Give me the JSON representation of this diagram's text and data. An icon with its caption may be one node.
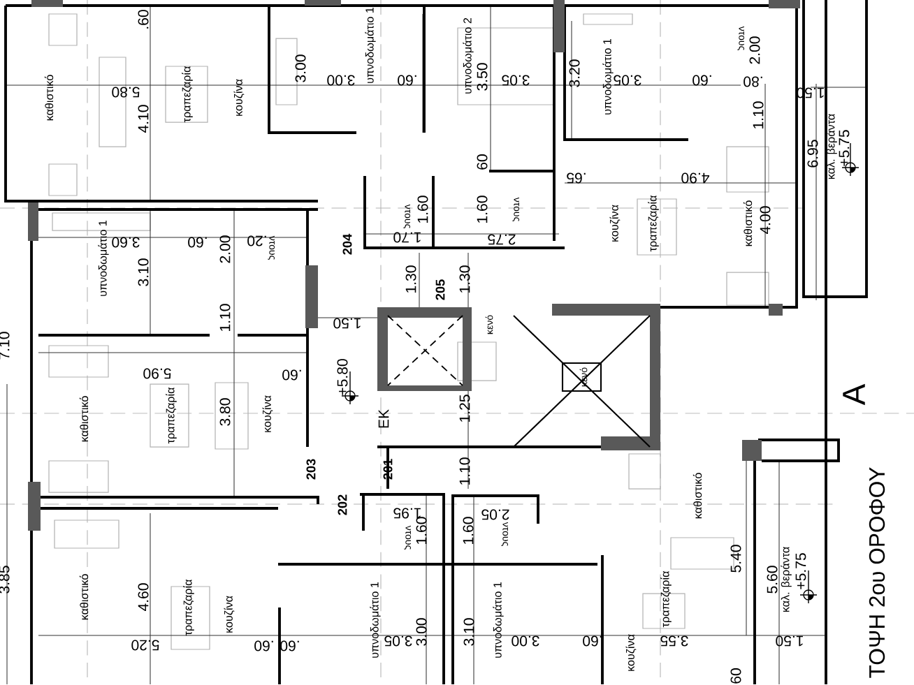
{
  "diagram": {
    "title": "ΤΟΨΗ 2ου ΟΡΟΦΟΥ",
    "labels": [
      ".60",
      "υπνοδωμάτιο 1",
      "υπνοδωμάτιο 2",
      "ντους",
      "2.00",
      "3.00",
      "3.50",
      "3.20",
      "υπνοδωμάτιο 1",
      "καθιστικό",
      "5.80",
      "4.10",
      "τραπεζαρία",
      "κουζίνα",
      "3.00",
      ".60",
      "3.05",
      "3.05",
      ".60",
      ".80",
      "1.50",
      "1.10",
      "6.95",
      "καλ. βεράντα",
      "+5.75",
      "60",
      ".65",
      "4.90",
      "ντους",
      "1.60",
      "1.70",
      "1.60",
      "ντους",
      "2.75",
      "κουζίνα",
      "τραπεζαρία",
      "καθιστικό",
      "4.00",
      "204",
      "υπνοδωμάτιο 1",
      "3.60",
      "3.10",
      ".60",
      "2.00",
      ".20",
      "ντους",
      "1.30",
      "205",
      "1.30",
      "1.10",
      "1.50",
      "κενό",
      "7.10",
      "5.90",
      ".60",
      "+5.80",
      "κενό",
      "καθιστικό",
      "τραπεζαρία",
      "3.80",
      "κουζίνα",
      "ΕΚ",
      "1.25",
      "A",
      "203",
      "201",
      "1.10",
      "202",
      "καθιστικό",
      "3.85",
      "1.95",
      "ντους",
      "1.60",
      "1.60",
      "2.05",
      "ντους",
      "5.40",
      "5.60",
      "καλ. βεράντα",
      "+5.75",
      "καθιστικό",
      "4.60",
      "τραπεζαρία",
      "κουζίνα",
      "5.20",
      ".60",
      ".60",
      "υπνοδωμάτιο 1",
      "3.05",
      "3.00",
      "3.10",
      "υπνοδωμάτιο 1",
      "3.00",
      ".60",
      "κουζίνα",
      "τραπεζαρία",
      "3.55",
      "1.50",
      "60"
    ]
  }
}
